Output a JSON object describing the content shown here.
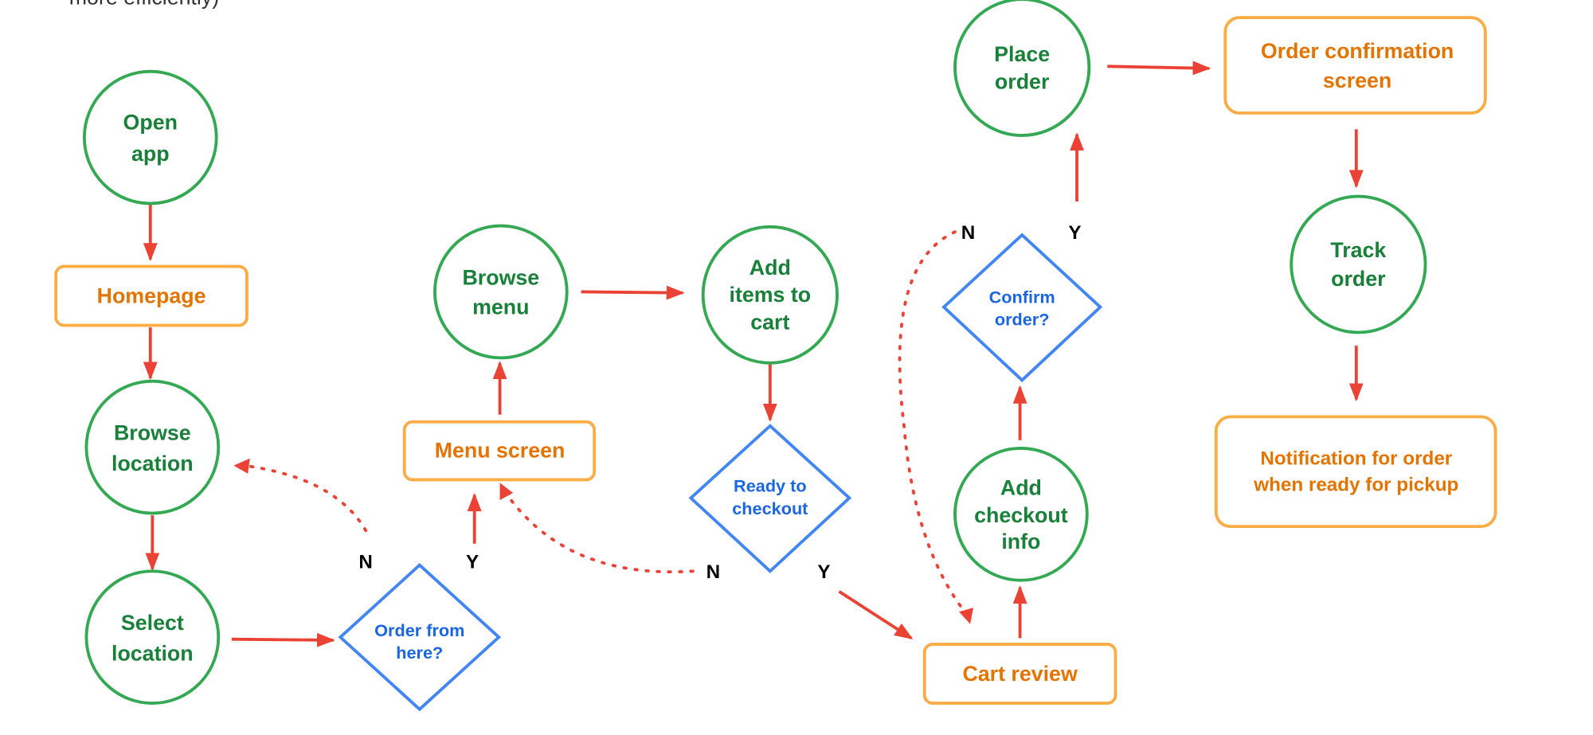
{
  "header_fragment": "more efficiently)",
  "nodes": {
    "open_app": [
      "Open",
      "app"
    ],
    "homepage": "Homepage",
    "browse_location": [
      "Browse",
      "location"
    ],
    "select_location": [
      "Select",
      "location"
    ],
    "order_from_here": [
      "Order from",
      "here?"
    ],
    "menu_screen": "Menu screen",
    "browse_menu": [
      "Browse",
      "menu"
    ],
    "add_items": [
      "Add",
      "items to",
      "cart"
    ],
    "ready_checkout": [
      "Ready to",
      "checkout"
    ],
    "cart_review": "Cart review",
    "add_checkout_info": [
      "Add",
      "checkout",
      "info"
    ],
    "confirm_order": [
      "Confirm",
      "order?"
    ],
    "place_order": [
      "Place",
      "order"
    ],
    "order_confirmation": [
      "Order confirmation",
      "screen"
    ],
    "track_order": [
      "Track",
      "order"
    ],
    "notification": [
      "Notification for order",
      "when ready for pickup"
    ]
  },
  "labels": {
    "no": "N",
    "yes": "Y"
  },
  "colors": {
    "action": "#34a853",
    "screen": "#fbac45",
    "decision": "#4285f4",
    "arrow": "#ea4335"
  }
}
